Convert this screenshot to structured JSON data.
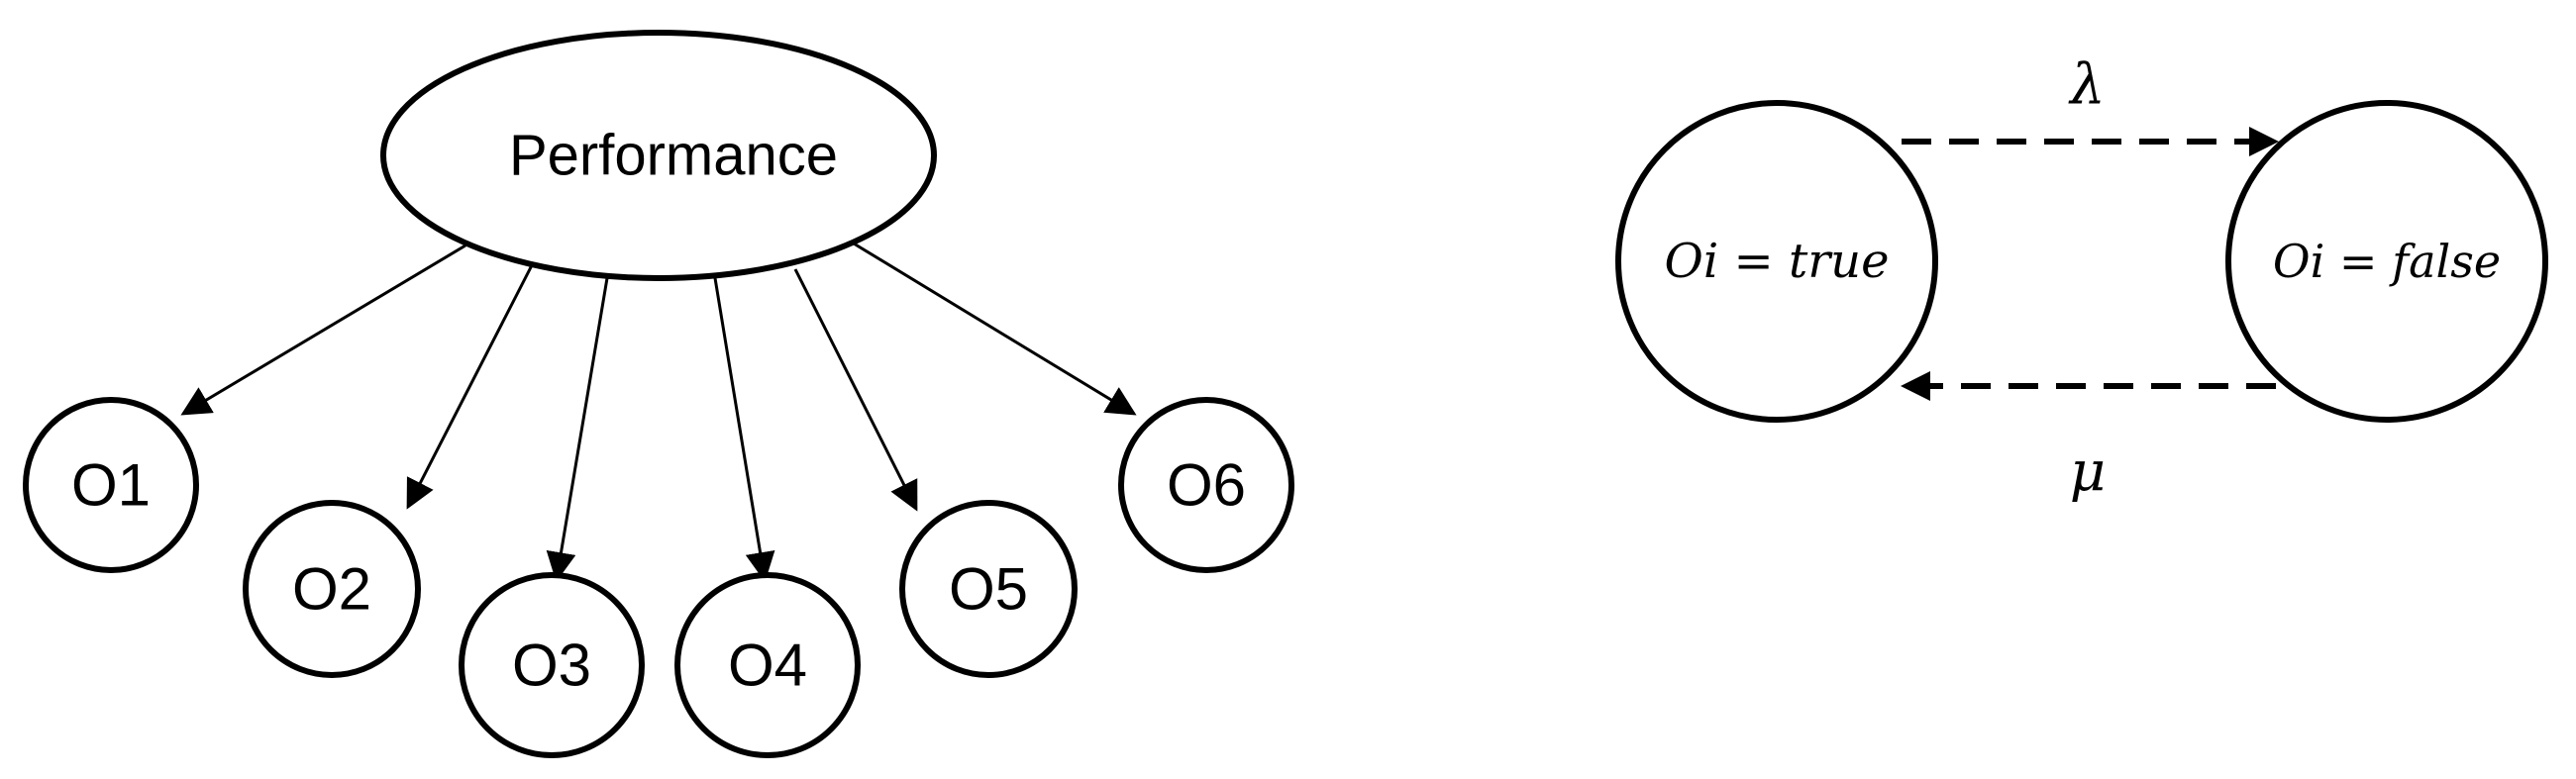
{
  "colors": {
    "stroke": "#000000",
    "background": "#ffffff"
  },
  "left_diagram": {
    "root": "Performance",
    "children": [
      "O1",
      "O2",
      "O3",
      "O4",
      "O5",
      "O6"
    ]
  },
  "right_diagram": {
    "state_true": "Oi = true",
    "state_false": "Oi = false",
    "rate_forward": "λ",
    "rate_backward": "μ"
  }
}
